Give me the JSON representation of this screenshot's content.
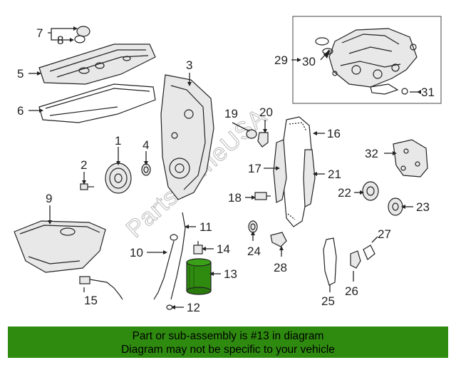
{
  "watermark": "PartsPrimeUSA",
  "callouts": [
    {
      "id": "7",
      "text": "7"
    },
    {
      "id": "8",
      "text": "8"
    },
    {
      "id": "5",
      "text": "5"
    },
    {
      "id": "6",
      "text": "6"
    },
    {
      "id": "3",
      "text": "3"
    },
    {
      "id": "1",
      "text": "1"
    },
    {
      "id": "4",
      "text": "4"
    },
    {
      "id": "2",
      "text": "2"
    },
    {
      "id": "9",
      "text": "9"
    },
    {
      "id": "10",
      "text": "10"
    },
    {
      "id": "11",
      "text": "11"
    },
    {
      "id": "12",
      "text": "12"
    },
    {
      "id": "13",
      "text": "13"
    },
    {
      "id": "14",
      "text": "14"
    },
    {
      "id": "15",
      "text": "15"
    },
    {
      "id": "16",
      "text": "16"
    },
    {
      "id": "17",
      "text": "17"
    },
    {
      "id": "18",
      "text": "18"
    },
    {
      "id": "19",
      "text": "19"
    },
    {
      "id": "20",
      "text": "20"
    },
    {
      "id": "21",
      "text": "21"
    },
    {
      "id": "22",
      "text": "22"
    },
    {
      "id": "23",
      "text": "23"
    },
    {
      "id": "24",
      "text": "24"
    },
    {
      "id": "25",
      "text": "25"
    },
    {
      "id": "26",
      "text": "26"
    },
    {
      "id": "27",
      "text": "27"
    },
    {
      "id": "28",
      "text": "28"
    },
    {
      "id": "29",
      "text": "29"
    },
    {
      "id": "30",
      "text": "30"
    },
    {
      "id": "31",
      "text": "31"
    },
    {
      "id": "32",
      "text": "32"
    }
  ],
  "highlight": {
    "part_number": "13",
    "color": "#2f8b10"
  },
  "banner": {
    "line1": "Part or sub-assembly is #13 in diagram",
    "line2": "Diagram may not be specific to your vehicle",
    "color": "#2f8b10"
  }
}
